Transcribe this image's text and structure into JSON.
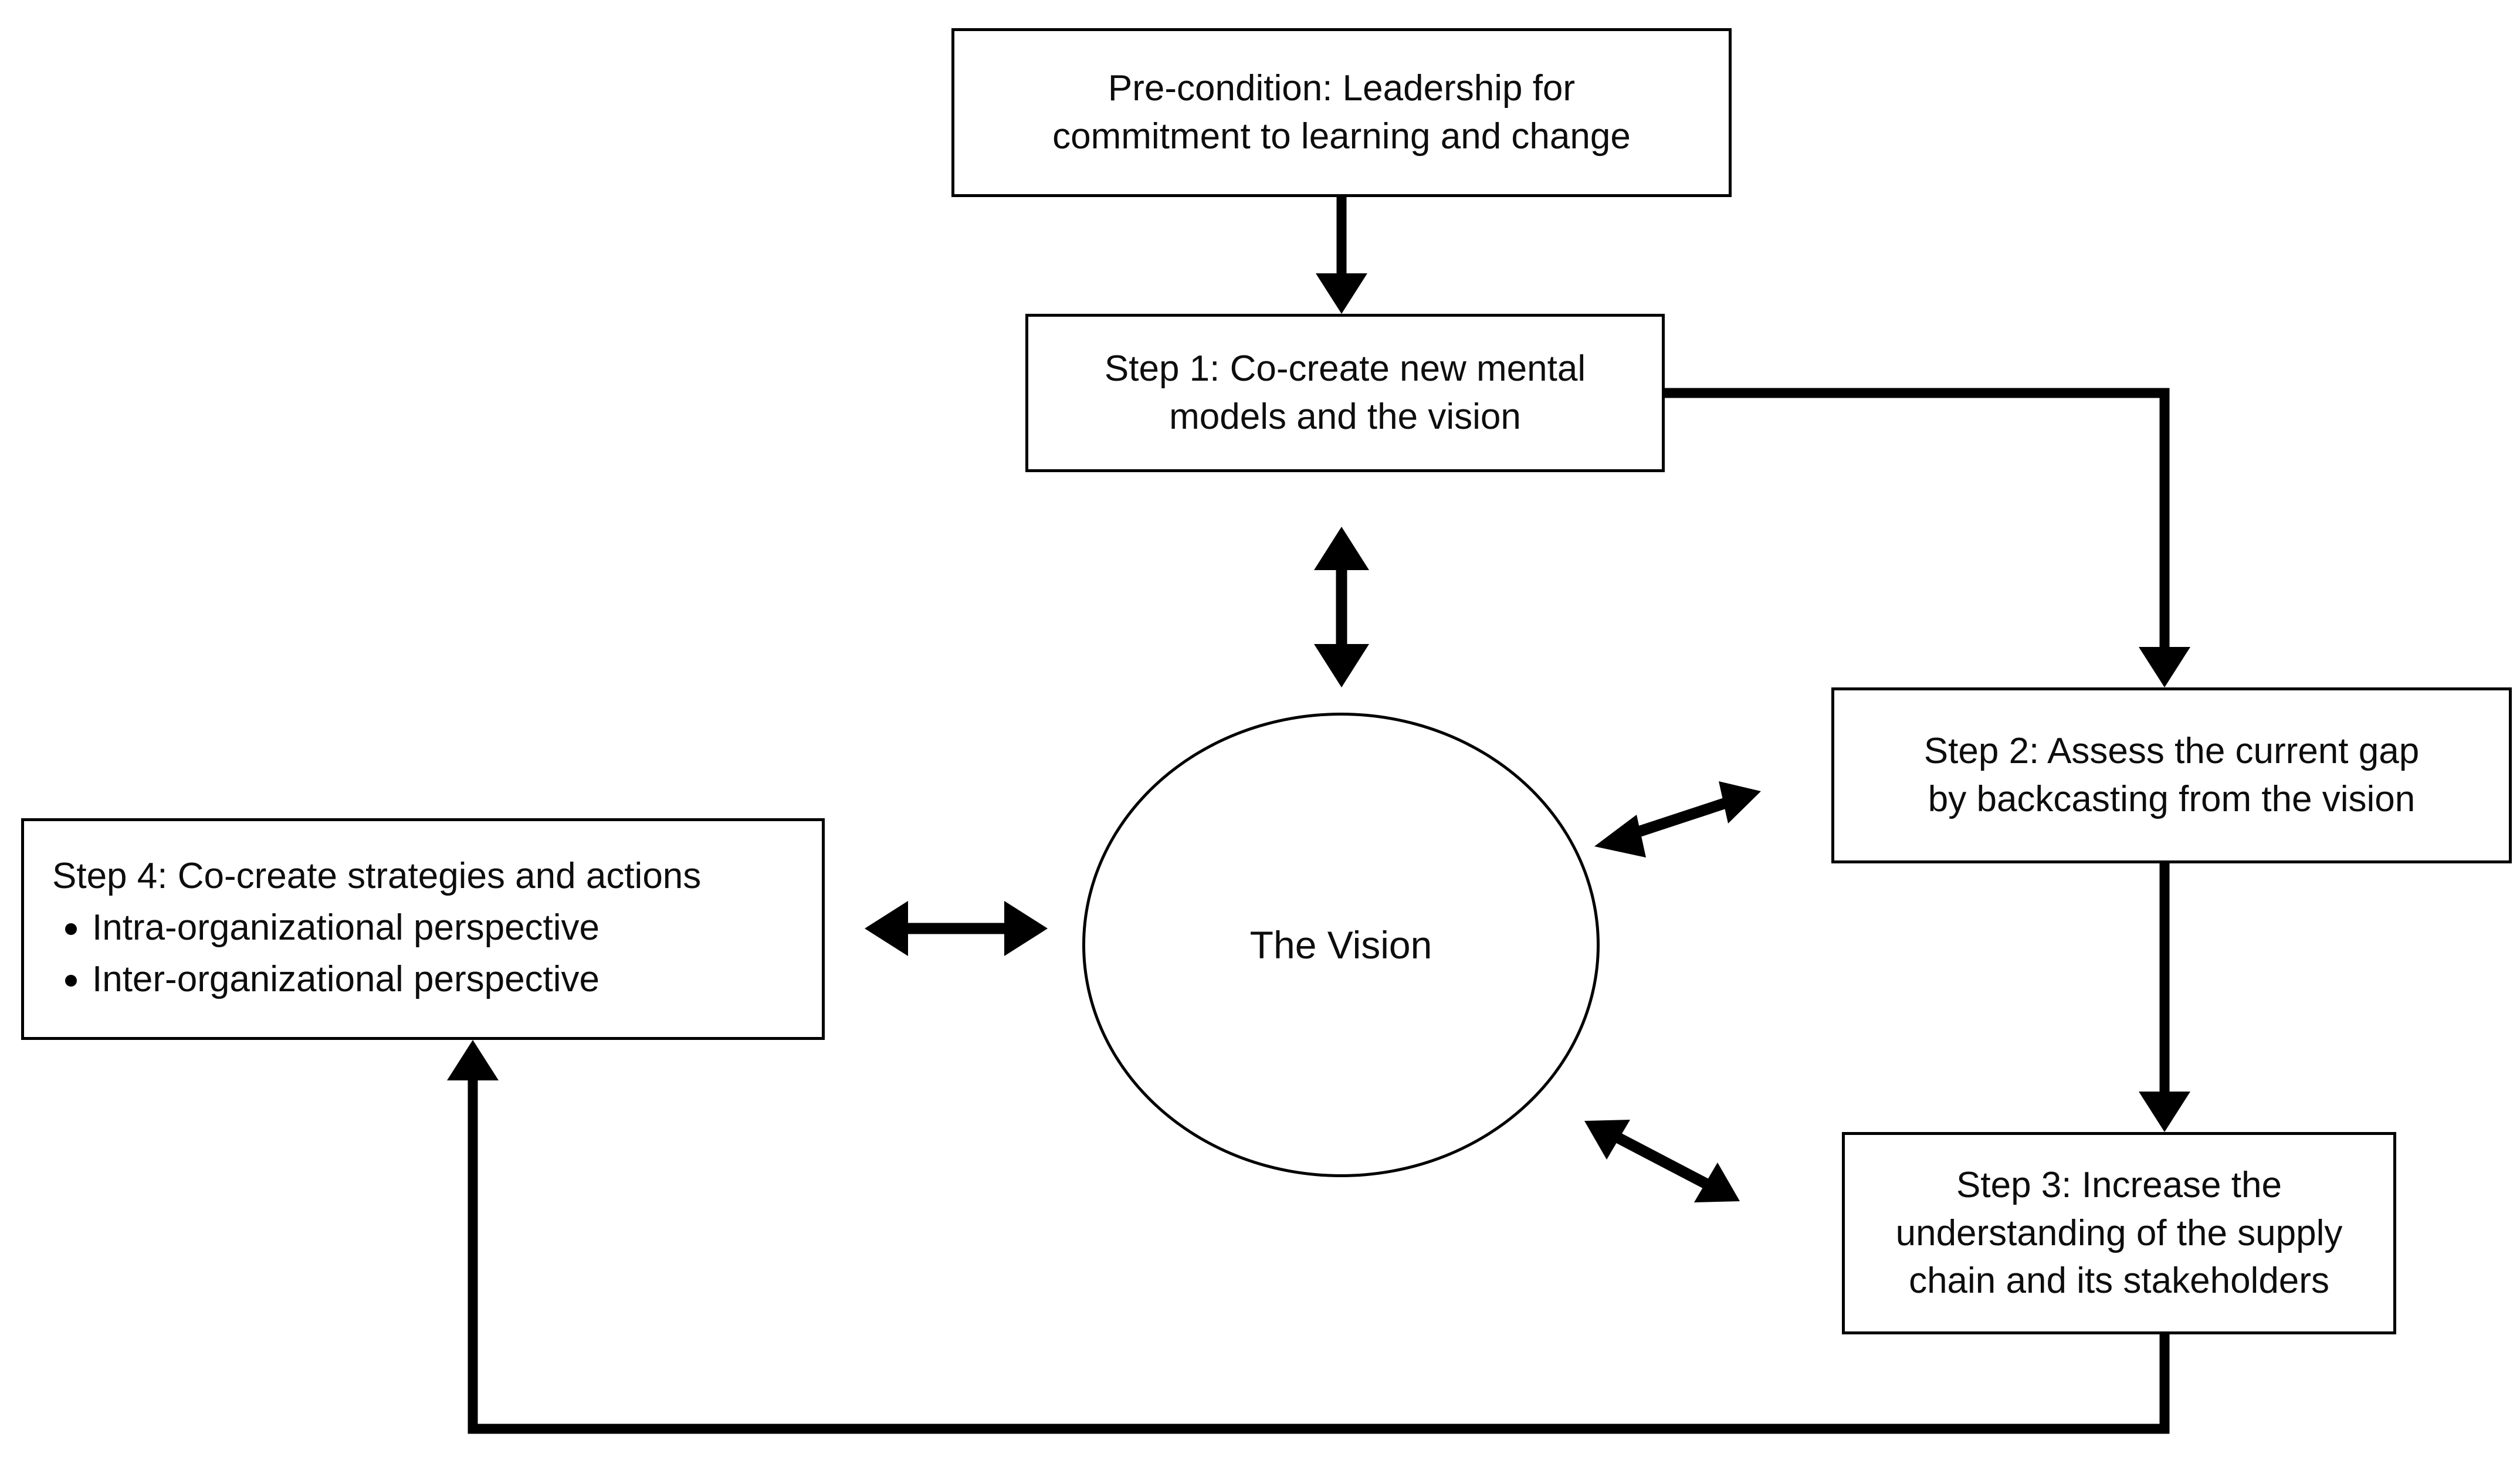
{
  "diagram": {
    "title": "Vision-centred co-creation process flowchart",
    "background_color": "#ffffff",
    "line_color": "#000000",
    "text_color": "#0d0d0d"
  },
  "nodes": {
    "precondition": {
      "shape": "rectangle",
      "lines": [
        "Pre-condition: Leadership for",
        "commitment to learning and change"
      ]
    },
    "step1": {
      "shape": "rectangle",
      "lines": [
        "Step 1: Co-create new mental",
        "models and the vision"
      ]
    },
    "step2": {
      "shape": "rectangle",
      "lines": [
        "Step 2: Assess the current gap",
        "by backcasting from the vision"
      ]
    },
    "step3": {
      "shape": "rectangle",
      "lines": [
        "Step 3: Increase the",
        "understanding of the supply",
        "chain and its stakeholders"
      ]
    },
    "step4": {
      "shape": "rectangle",
      "heading": "Step 4: Co-create strategies and actions",
      "bullets": [
        "Intra-organizational perspective",
        "Inter-organizational perspective"
      ]
    },
    "vision": {
      "shape": "circle",
      "label": "The Vision"
    }
  },
  "connectors": [
    {
      "id": "precondition-to-step1",
      "from": "precondition",
      "to": "step1",
      "style": "straight-vertical",
      "arrows": "single"
    },
    {
      "id": "step1-to-step2",
      "from": "step1",
      "to": "step2",
      "style": "elbow",
      "arrows": "single"
    },
    {
      "id": "step2-to-step3",
      "from": "step2",
      "to": "step3",
      "style": "straight-vertical",
      "arrows": "single"
    },
    {
      "id": "step3-to-step4",
      "from": "step3",
      "to": "step4",
      "style": "elbow-feedback",
      "arrows": "single"
    },
    {
      "id": "step1-to-vision",
      "from": "step1",
      "to": "vision",
      "style": "straight-vertical",
      "arrows": "double"
    },
    {
      "id": "vision-to-step2",
      "from": "vision",
      "to": "step2",
      "style": "diagonal",
      "arrows": "double"
    },
    {
      "id": "vision-to-step3",
      "from": "vision",
      "to": "step3",
      "style": "diagonal",
      "arrows": "double"
    },
    {
      "id": "vision-to-step4",
      "from": "vision",
      "to": "step4",
      "style": "straight-horizontal",
      "arrows": "double"
    }
  ]
}
